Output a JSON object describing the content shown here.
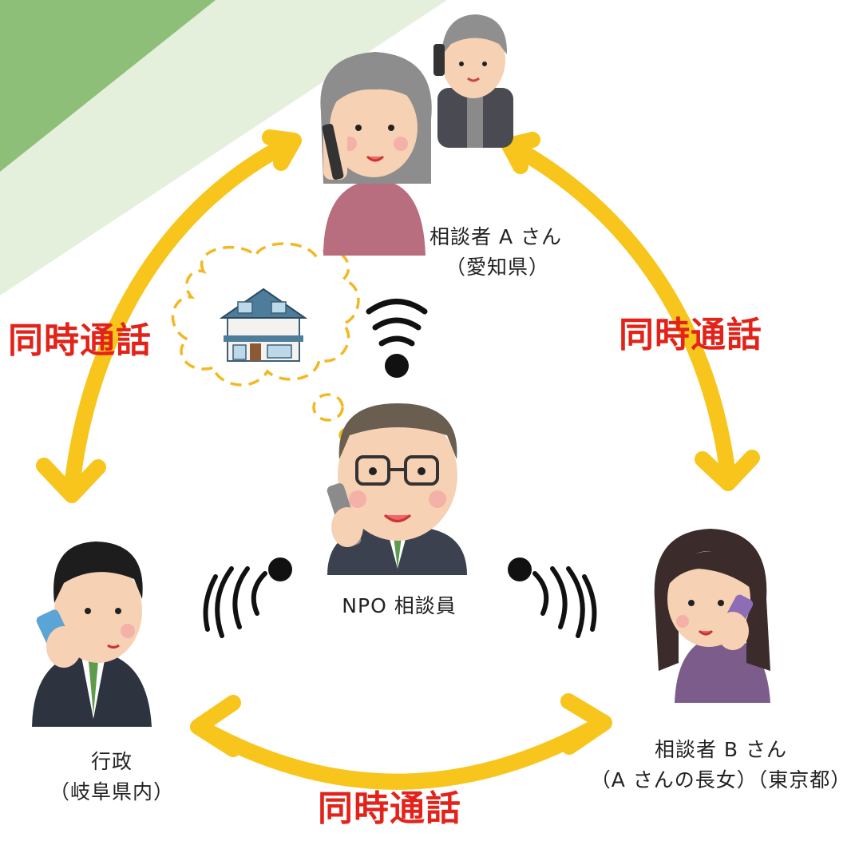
{
  "colors": {
    "arrow": "#f7c51c",
    "call_text": "#e2231a",
    "banner_dark": "#8dbf76",
    "banner_light": "#e3efda",
    "bubble": "#f3b821"
  },
  "people": {
    "consultant_a": {
      "line1": "相談者 A さん",
      "line2": "（愛知県）"
    },
    "npo": {
      "line1": "NPO 相談員"
    },
    "government": {
      "line1": "行政",
      "line2": "（岐阜県内）"
    },
    "consultant_b": {
      "line1": "相談者 B さん",
      "line2": "（A さんの長女）（東京都）"
    }
  },
  "calls": {
    "left": "同時通話",
    "right": "同時通話",
    "bottom": "同時通話"
  },
  "icons": [
    "house-icon",
    "thought-bubble-icon",
    "wifi-signal-icon",
    "phone-call-icon"
  ]
}
